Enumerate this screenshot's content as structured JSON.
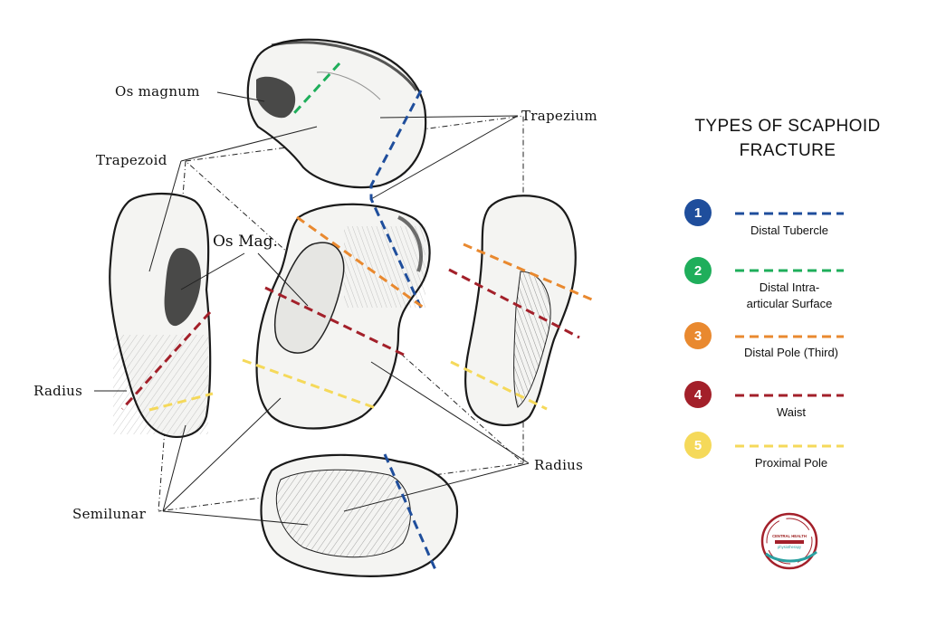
{
  "labels": {
    "os_magnum": "Os magnum",
    "trapezium": "Trapezium",
    "trapezoid": "Trapezoid",
    "os_mag": "Os Mag.",
    "radius_left": "Radius",
    "radius_right": "Radius",
    "semilunar": "Semilunar"
  },
  "legend": {
    "title_line1": "TYPES OF SCAPHOID",
    "title_line2": "FRACTURE",
    "items": [
      {
        "number": "1",
        "label": "Distal Tubercle",
        "color": "#1f4e9c"
      },
      {
        "number": "2",
        "label_line1": "Distal Intra-",
        "label_line2": "articular Surface",
        "color": "#1fae5b"
      },
      {
        "number": "3",
        "label": "Distal Pole (Third)",
        "color": "#e9892f"
      },
      {
        "number": "4",
        "label": "Waist",
        "color": "#a3202a"
      },
      {
        "number": "5",
        "label": "Proximal Pole",
        "color": "#f5d95a"
      }
    ]
  },
  "colors": {
    "distal_tubercle": "#1f4e9c",
    "distal_intra_articular": "#1fae5b",
    "distal_pole": "#e9892f",
    "waist": "#a3202a",
    "proximal_pole": "#f5d95a",
    "logo_red": "#a3202a",
    "logo_teal": "#2aa0a0"
  },
  "logo": {
    "line1": "CENTRAL HEALTH",
    "line2": "physiotherapy"
  }
}
